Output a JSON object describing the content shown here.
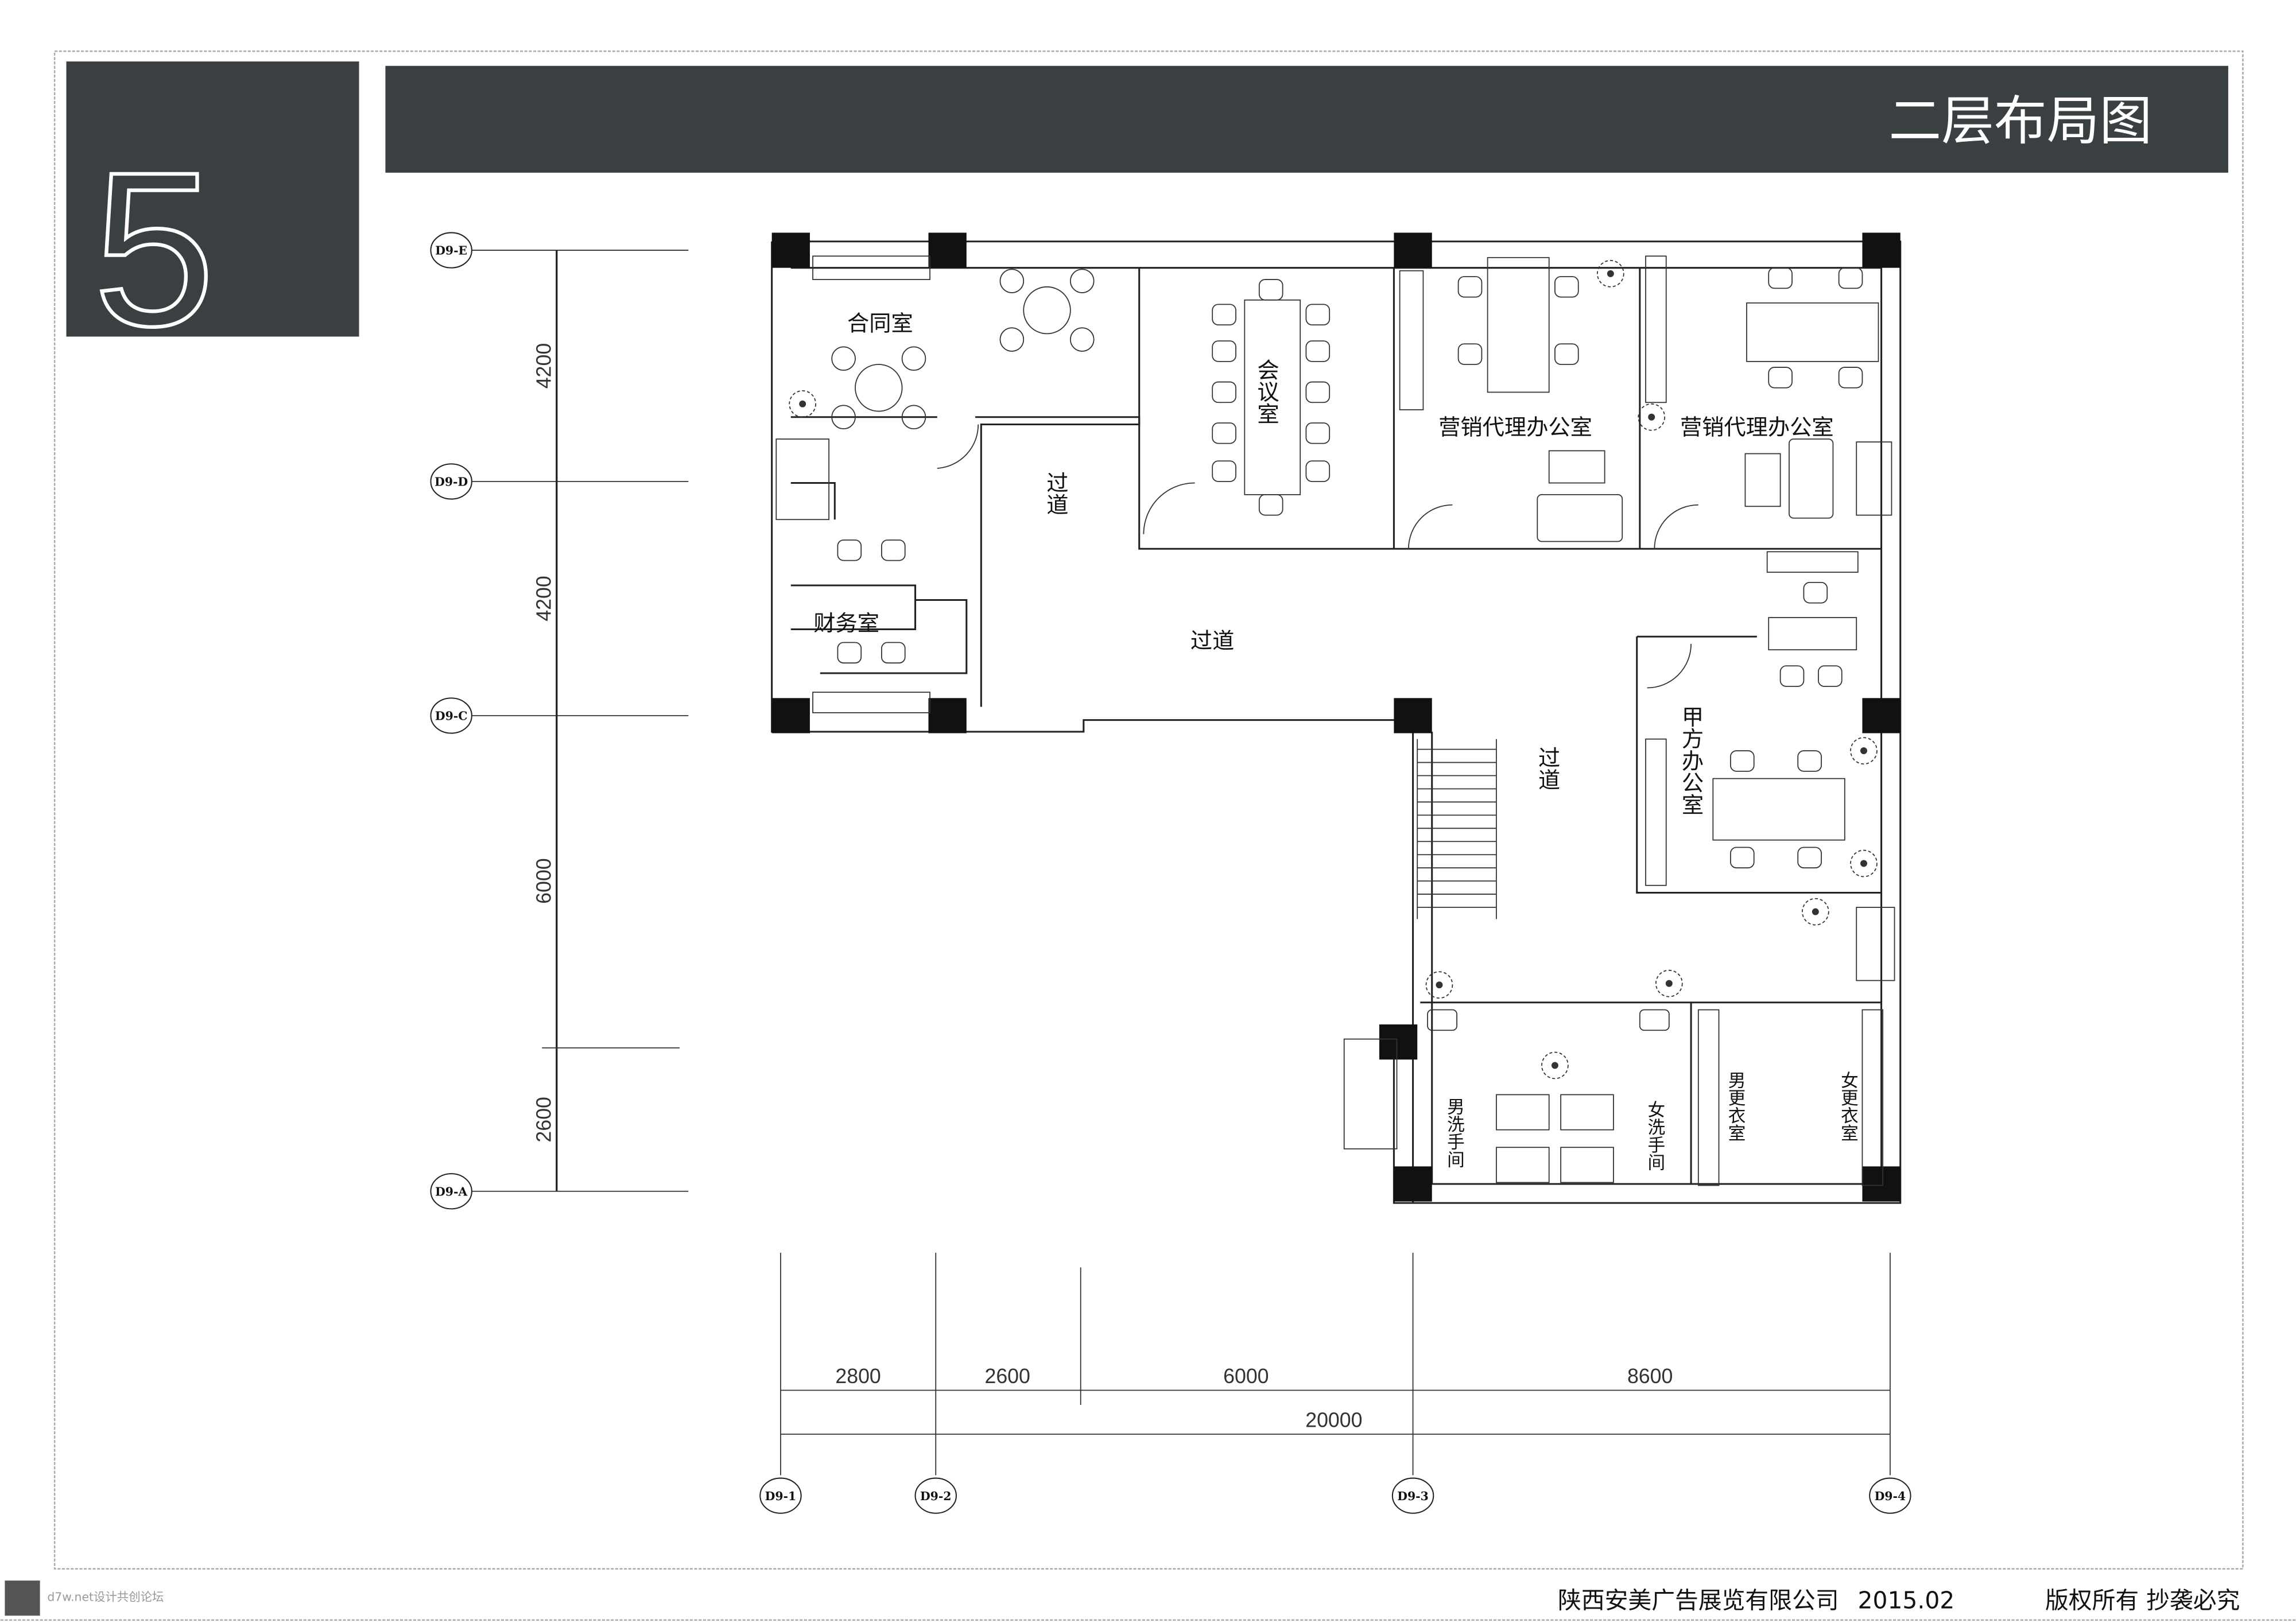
{
  "page_number": "5",
  "title": "二层布局图",
  "footer": {
    "company": "陕西安美广告展览有限公司",
    "date": "2015.02",
    "rights": "版权所有  抄袭必究"
  },
  "watermark": "d7w.net设计共创论坛",
  "colors": {
    "header_bg": "#3a3f42",
    "header_text": "#ffffff",
    "line": "#222222"
  },
  "rooms": {
    "contract": "合同室",
    "meeting": "会议室",
    "sales1": "营销代理办公室",
    "sales2": "营销代理办公室",
    "corridor1": "过道",
    "corridor2": "过道",
    "corridor3": "过道",
    "finance": "财务室",
    "client": "甲方办公室",
    "men_wc": "男洗手间",
    "women_wc": "女洗手间",
    "men_locker": "男更衣室",
    "women_locker": "女更衣室"
  },
  "axes_rows": [
    "D9-E",
    "D9-D",
    "D9-C",
    "D9-A"
  ],
  "axes_cols": [
    "D9-1",
    "D9-2",
    "D9-3",
    "D9-4"
  ],
  "dims_vertical": [
    "4200",
    "4200",
    "6000",
    "2600"
  ],
  "dims_horizontal": [
    "2800",
    "2600",
    "6000",
    "8600"
  ],
  "dim_total": "20000"
}
